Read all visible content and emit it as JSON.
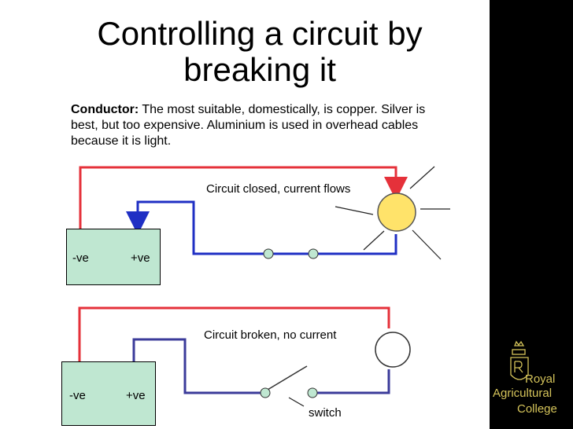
{
  "title": "Controlling a circuit by breaking it",
  "note": {
    "bold": "Conductor:",
    "text": " The most suitable, domestically, is copper. Silver is best, but too expensive. Aluminium is used in overhead cables because it is light."
  },
  "circuit_top": {
    "label": "Circuit closed, current flows",
    "negative": "-ve",
    "positive": "+ve"
  },
  "circuit_bottom": {
    "label": "Circuit broken, no current",
    "negative": "-ve",
    "positive": "+ve",
    "switch_label": "switch"
  },
  "logo": {
    "line1": "Royal",
    "line2": "Agricultural",
    "line3": "College"
  },
  "colors": {
    "red_wire": "#e5313a",
    "blue_wire": "#1f2fc4",
    "purple_wire": "#3b3b9a",
    "bulb_lit": "#ffe36a",
    "battery_fill": "#bfe7d1",
    "logo_gold": "#d4c35a",
    "sidebar": "#000000"
  }
}
